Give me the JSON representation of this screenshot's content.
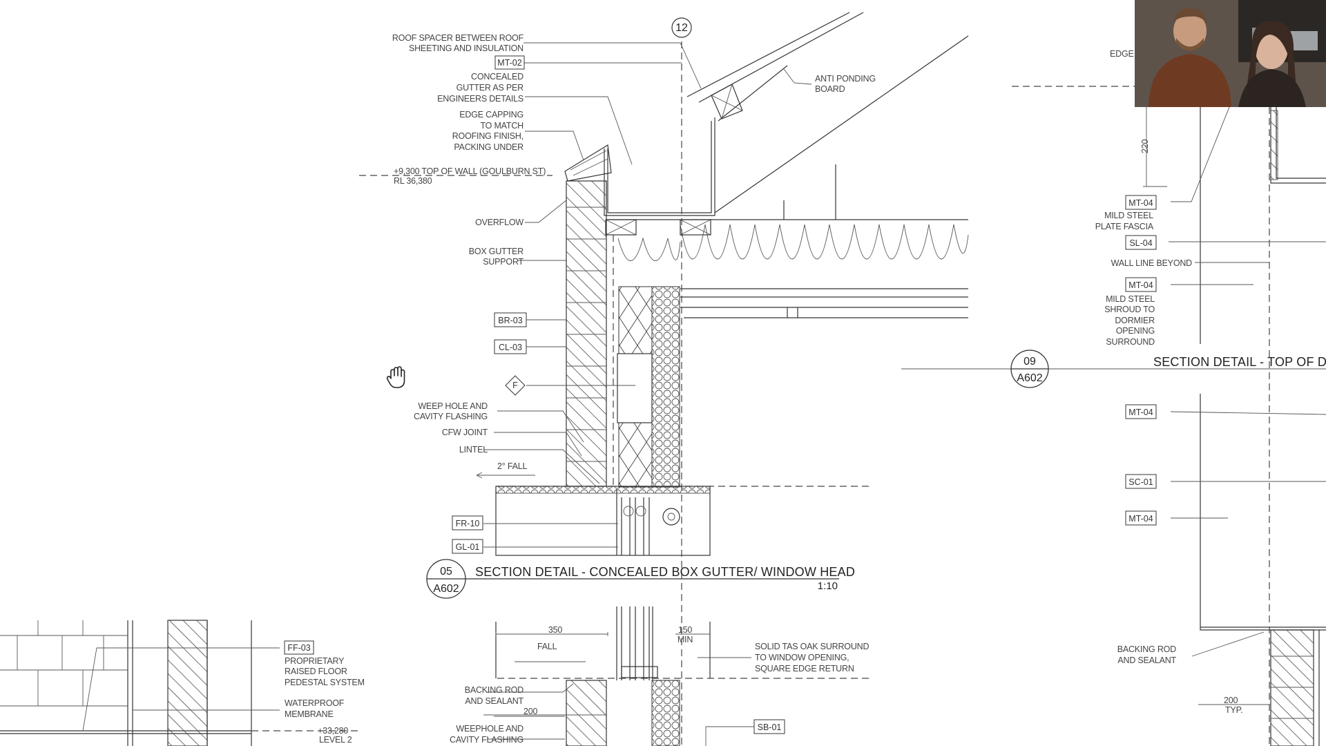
{
  "detail_05": {
    "number": "05",
    "sheet": "A602",
    "title": "SECTION DETAIL - CONCEALED BOX GUTTER/ WINDOW HEAD",
    "scale": "1:10",
    "grid_bubble": "12"
  },
  "detail_09": {
    "number": "09",
    "sheet": "A602",
    "title": "SECTION DETAIL - TOP OF DO"
  },
  "labels_left": {
    "roof_spacer_1": "ROOF SPACER BETWEEN ROOF",
    "roof_spacer_2": "SHEETING AND INSULATION",
    "tag_mt02": "MT-02",
    "concealed_1": "CONCEALED",
    "concealed_2": "GUTTER AS PER",
    "concealed_3": "ENGINEERS DETAILS",
    "edge_1": "EDGE CAPPING",
    "edge_2": "TO MATCH",
    "edge_3": "ROOFING FINISH,",
    "edge_4": "PACKING UNDER",
    "level_1": "+9,300 TOP OF WALL (GOULBURN ST)",
    "level_2": "RL 36,380",
    "overflow": "OVERFLOW",
    "box_gutter_1": "BOX GUTTER",
    "box_gutter_2": "SUPPORT",
    "tag_br03": "BR-03",
    "tag_cl03": "CL-03",
    "tag_f": "F",
    "weep_1": "WEEP HOLE AND",
    "weep_2": "CAVITY FLASHING",
    "cfw": "CFW JOINT",
    "lintel": "LINTEL",
    "fall_2": "2° FALL",
    "tag_fr10": "FR-10",
    "tag_gl01": "GL-01",
    "anti_1": "ANTI PONDING",
    "anti_2": "BOARD"
  },
  "labels_lower": {
    "tag_ff03": "FF-03",
    "prop_1": "PROPRIETARY",
    "prop_2": "RAISED FLOOR",
    "prop_3": "PEDESTAL SYSTEM",
    "water_1": "WATERPROOF",
    "water_2": "MEMBRANE",
    "level_low_1": "+33,280",
    "level_low_2": "LEVEL 2",
    "dim_350": "350",
    "fall": "FALL",
    "dim_150": "150",
    "min": "MIN",
    "solid_1": "SOLID TAS OAK SURROUND",
    "solid_2": "TO WINDOW OPENING,",
    "solid_3": "SQUARE EDGE RETURN",
    "backing_1": "BACKING ROD",
    "backing_2": "AND SEALANT",
    "dim_200": "200",
    "weephole_1": "WEEPHOLE AND",
    "weephole_2": "CAVITY FLASHING",
    "tag_sb01": "SB-01"
  },
  "labels_right": {
    "edge": "EDGE",
    "dim_220": "220",
    "tag_mt04_a": "MT-04",
    "mild_1": "MILD STEEL",
    "mild_2": "PLATE FASCIA",
    "tag_sl04": "SL-04",
    "wall_line": "WALL LINE BEYOND",
    "tag_mt04_b": "MT-04",
    "shroud_1": "MILD STEEL",
    "shroud_2": "SHROUD TO",
    "shroud_3": "DORMIER",
    "shroud_4": "OPENING",
    "shroud_5": "SURROUND",
    "tag_mt04_c": "MT-04",
    "tag_sc01": "SC-01",
    "tag_mt04_d": "MT-04",
    "backing_1": "BACKING ROD",
    "backing_2": "AND SEALANT",
    "dim_200": "200",
    "typ": "TYP."
  },
  "colors": {
    "line": "#333333",
    "background": "#ffffff",
    "webcam_wall": "#6b5d52"
  }
}
